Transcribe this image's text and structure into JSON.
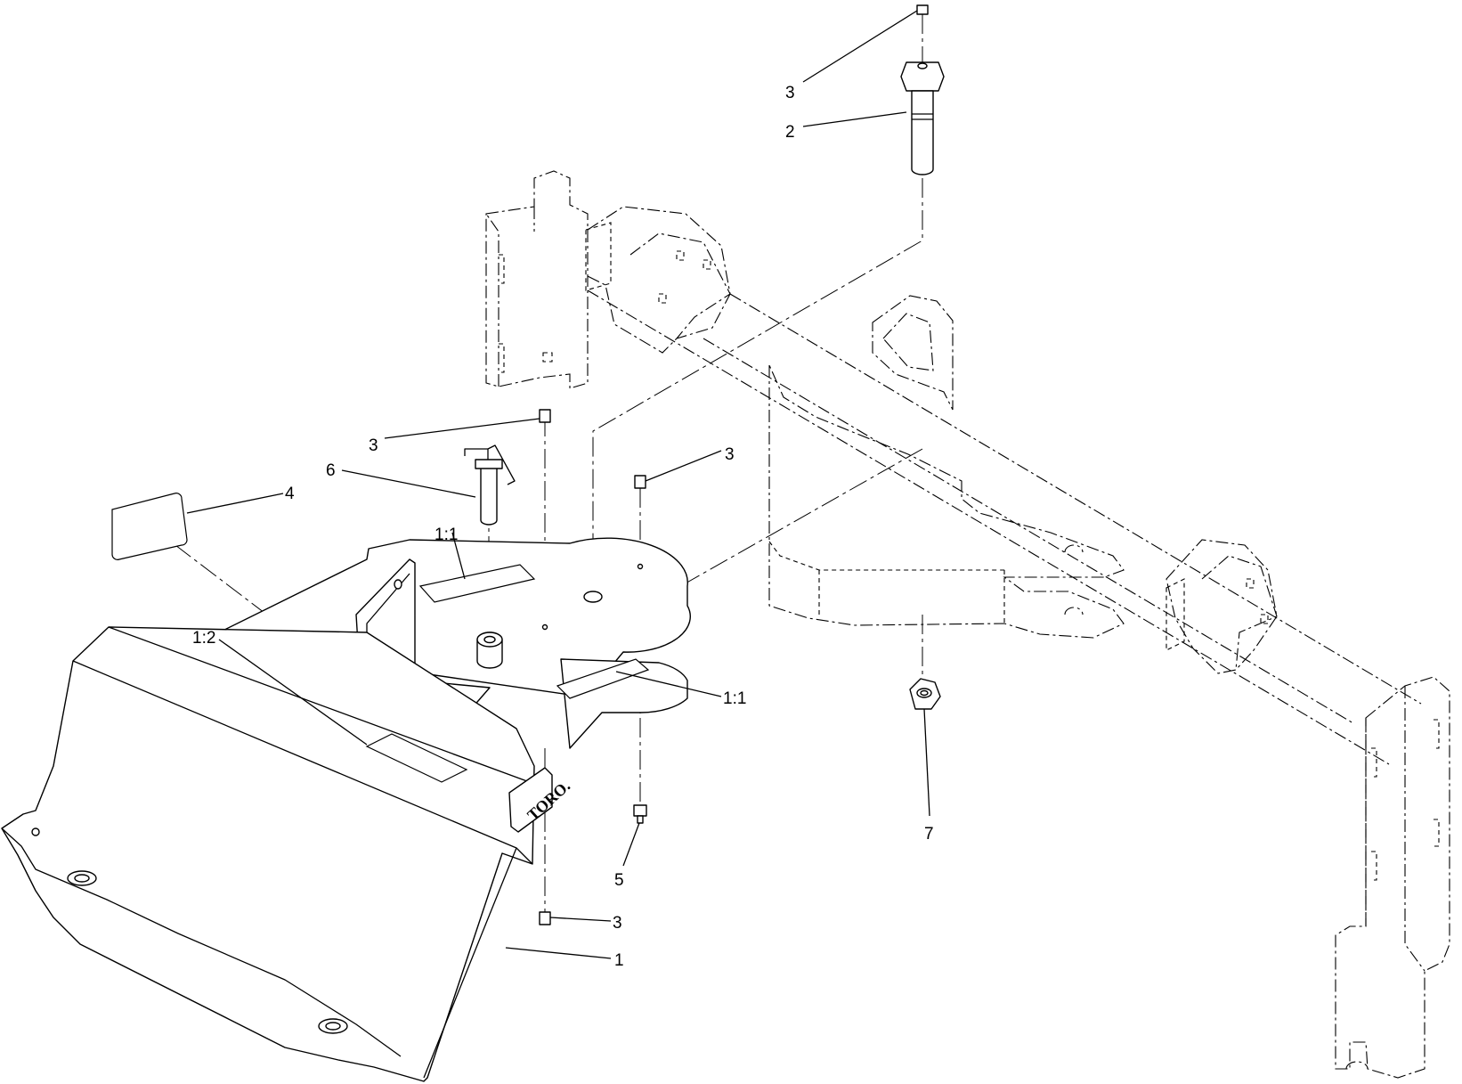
{
  "callouts": [
    {
      "id": "c1",
      "label": "1"
    },
    {
      "id": "c1-1a",
      "label": "1:1"
    },
    {
      "id": "c1-1b",
      "label": "1:1"
    },
    {
      "id": "c1-2",
      "label": "1:2"
    },
    {
      "id": "c2",
      "label": "2"
    },
    {
      "id": "c3-top",
      "label": "3"
    },
    {
      "id": "c3-left",
      "label": "3"
    },
    {
      "id": "c3-mid",
      "label": "3"
    },
    {
      "id": "c3-bottom",
      "label": "3"
    },
    {
      "id": "c4",
      "label": "4"
    },
    {
      "id": "c5",
      "label": "5"
    },
    {
      "id": "c6",
      "label": "6"
    },
    {
      "id": "c7",
      "label": "7"
    }
  ],
  "logo_text": "TORO."
}
